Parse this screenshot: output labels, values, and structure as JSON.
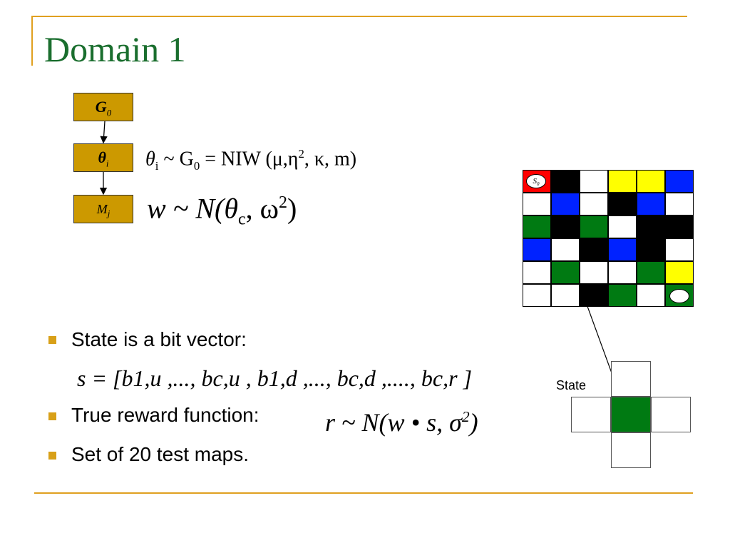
{
  "slide": {
    "title": "Domain 1"
  },
  "nodes": {
    "g0": {
      "main": "G",
      "sub": "0"
    },
    "theta": {
      "main": "θ",
      "sub": "i"
    },
    "m": {
      "main": "M",
      "sub": "j"
    }
  },
  "equations": {
    "theta_prior": {
      "lhs": "θ",
      "lhs_sub": "i",
      "rel": " ~ G",
      "rel_sub": "0",
      "rhs": " = NIW (μ,η",
      "sq": "2",
      "tail": ", κ, m)"
    },
    "w_dist": {
      "lhs": "w ~ N(θ",
      "sub": "c",
      "mid": ", ω",
      "sq": "2",
      "tail": ")"
    },
    "state_vec": "s = [b1,u ,..., bc,u , b1,d ,..., bc,d ,...., bc,r ]",
    "reward": {
      "lhs": "r ~ N(w • s, σ",
      "sq": "2",
      "tail": ")"
    }
  },
  "bullets": [
    "State is a bit vector:",
    "True reward function:",
    "Set of 20 test maps."
  ],
  "grid": {
    "start_label": "S",
    "start_sub": "0",
    "rows": [
      [
        "red",
        "black",
        "white",
        "yellow",
        "yellow",
        "blue"
      ],
      [
        "white",
        "blue",
        "white",
        "black",
        "blue",
        "white"
      ],
      [
        "green",
        "black",
        "green",
        "white",
        "black",
        "black"
      ],
      [
        "blue",
        "white",
        "black",
        "blue",
        "black",
        "white"
      ],
      [
        "white",
        "green",
        "white",
        "white",
        "green",
        "yellow"
      ],
      [
        "white",
        "white",
        "black",
        "green",
        "white",
        "green"
      ]
    ]
  },
  "state_diagram": {
    "label": "State",
    "center_color": "green"
  },
  "colors": {
    "title": "#1a6e2e",
    "accent": "#d8a018",
    "node_fill": "#cc9900",
    "green": "#007a12",
    "blue": "#0022ff",
    "yellow": "#ffff00",
    "red": "#ff0000",
    "black": "#000000"
  }
}
